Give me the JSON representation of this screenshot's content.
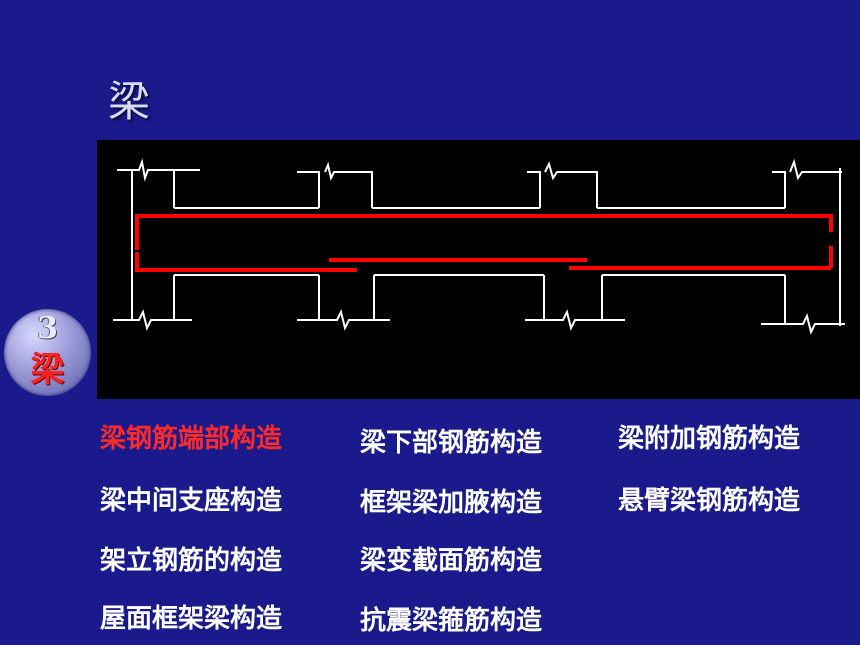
{
  "slide": {
    "title": "梁",
    "badge": {
      "number": "3",
      "label": "梁"
    }
  },
  "colors": {
    "background": "#1a1a8c",
    "active_link": "#ff2a2a",
    "link": "#ffffff",
    "rebar": "#ff0000"
  },
  "links": [
    {
      "label": "梁钢筋端部构造",
      "active": true
    },
    {
      "label": "梁下部钢筋构造",
      "active": false
    },
    {
      "label": "梁附加钢筋构造",
      "active": false
    },
    {
      "label": "梁中间支座构造",
      "active": false
    },
    {
      "label": "框架梁加腋构造",
      "active": false
    },
    {
      "label": "悬臂梁钢筋构造",
      "active": false
    },
    {
      "label": "架立钢筋的构造",
      "active": false
    },
    {
      "label": "梁变截面筋构造",
      "active": false
    },
    {
      "label": "屋面框架梁构造",
      "active": false
    },
    {
      "label": "抗震梁箍筋构造",
      "active": false
    }
  ]
}
